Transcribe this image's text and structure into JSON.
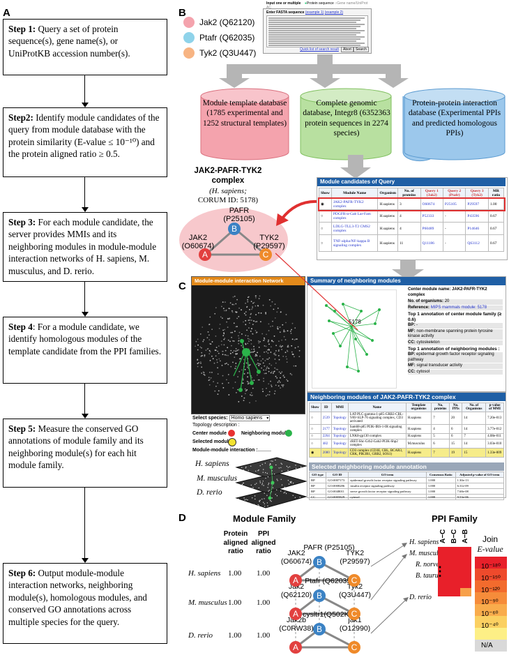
{
  "panels": {
    "a": "A",
    "b": "B",
    "c": "C",
    "d": "D"
  },
  "steps": [
    {
      "title": "Step 1:",
      "text": " Query a set of protein sequence(s), gene name(s), or UniProtKB accession number(s)."
    },
    {
      "title": "Step2:",
      "text": " Identify module candidates of the query from module database with the protein similarity (E-value ≤ 10⁻¹⁰) and the protein aligned ratio ≥ 0.5."
    },
    {
      "title": "Step 3:",
      "text": " For each module candidate, the server provides MMIs and its neighboring modules in module-module interaction networks of H. sapiens, M. musculus, and D. rerio."
    },
    {
      "title": "Step 4",
      "text": ": For a module candidate, we identify homologous modules of the template candidate from the PPI families."
    },
    {
      "title": "Step 5:",
      "text": " Measure the conserved GO annotations of module family and its neighboring module(s) for each hit module family."
    },
    {
      "title": "Step 6:",
      "text": " Output module-module interaction networks, neighboring module(s), homologous modules, and conserved GO annotations across multiple species for the query."
    }
  ],
  "query_legend": [
    {
      "label": "Jak2 (Q62120)",
      "color": "#f4a3ad"
    },
    {
      "label": "Ptafr (Q62035)",
      "color": "#8fd3ea"
    },
    {
      "label": "Tyk2 (Q3U447)",
      "color": "#f7b483"
    }
  ],
  "input_form": {
    "header": "Input one or multiple",
    "opt1": "Protein sequence",
    "opt2": "Gene name/UniProt AC",
    "label": "Enter FASTA sequence",
    "example1": "(example 1)",
    "example2": "(example 2)",
    "link": "Quick list of search result",
    "abort": "Abort",
    "search": "Search"
  },
  "databases": [
    {
      "text": "Module template database (1785 experimental and 1252 structural templates)",
      "color": "#f4a3ad",
      "stroke": "#d9707e"
    },
    {
      "text": "Complete genomic database, Integr8 (6352363 protein sequences in 2274 species)",
      "color": "#b8e0a0",
      "stroke": "#7fbf5e"
    },
    {
      "text": "Protein-protein interaction database (Experimental PPIs and predicted homologous PPIs)",
      "color": "#9cc8ec",
      "stroke": "#5a9ad0"
    }
  ],
  "complex": {
    "title": "JAK2-PAFR-TYK2 complex",
    "species": "(H. sapiens;",
    "corum": "CORUM ID: 5178)",
    "nodes": [
      {
        "letter": "A",
        "name": "JAK2",
        "id": "(O60674)",
        "color": "#e2403f"
      },
      {
        "letter": "B",
        "name": "PAFR",
        "id": "(P25105)",
        "color": "#3b82c4"
      },
      {
        "letter": "C",
        "name": "TYK2",
        "id": "(P29597)",
        "color": "#ef8a2a"
      }
    ]
  },
  "candidates": {
    "header": "Module candidates of Query",
    "cols": [
      "Show",
      "Module Name",
      "Organism",
      "No. of proteins",
      "Query 1 (Jak2)",
      "Query 2 (Ptafr)",
      "Query 3 (Tyk2)",
      "MR ratio"
    ],
    "rows": [
      {
        "name": "JAK2-PAFR-TYK2 complex",
        "org": "H.sapiens",
        "n": "3",
        "q1": "O60674",
        "q2": "P25105",
        "q3": "P29597",
        "mr": "1.00"
      },
      {
        "name": "PDGFR-α-Gab Lar-Fam complex",
        "org": "H.sapiens",
        "n": "4",
        "q1": "P52333",
        "q2": "-",
        "q3": "P43596",
        "mr": "0.67"
      },
      {
        "name": "LDLG-TLL3-T2 CMS2 complex",
        "org": "H.sapiens",
        "n": "4",
        "q1": "P60489",
        "q2": "-",
        "q3": "P14646",
        "mr": "0.67"
      },
      {
        "name": "TNF-alpha/NF-kappa B signaling complex",
        "org": "H.sapiens",
        "n": "11",
        "q1": "Q11186",
        "q2": "-",
        "q3": "Q63112",
        "mr": "0.67"
      }
    ]
  },
  "network": {
    "header": "Module-module interaction Network",
    "select_label": "Select species:",
    "select_value": "Homo sapiens",
    "topology": "Topology description :",
    "center_label": "Center module :",
    "neighbor_label": "Neighboring module :",
    "selected_label": "Selected module :",
    "interaction_label": "Module-module interaction :",
    "layers": [
      "H. sapiens",
      "M. musculus",
      "D. rerio"
    ]
  },
  "summary": {
    "header": "Summary of neighboring modules",
    "center_label": "Center module name:",
    "center_value": "JAK2-PAFR-TYK2 complex",
    "norg_label": "No. of organisms:",
    "norg_value": "20",
    "ref_label": "Reference:",
    "ref_value": "MIPS mammals module: 5178",
    "top1_center": "Top 1 annotation of center module family (≥ 0.6)",
    "bp_label": "BP:",
    "bp_center": "-",
    "mf_label": "MF:",
    "mf_center": "non-membrane spanning protein tyrosine kinase activity",
    "cc_label": "CC:",
    "cc_center": "cytoskeleton",
    "top1_neighbor": "Top 1 annotation of neighboring modules :",
    "bp_neighbor": "epidermal growth factor receptor signaling pathway",
    "mf_neighbor": "signal transducer activity",
    "cc_neighbor": "cytosol",
    "node_label": "5178"
  },
  "neighbors": {
    "header": "Neighboring modules of JAK2-PAFR-TYK2 complex",
    "cols": [
      "Show",
      "ID",
      "MMI",
      "Name",
      "Template organisms",
      "No. proteins",
      "No. PPIs",
      "No. of Organisms",
      "p-value of MMI"
    ],
    "rows": [
      {
        "id": "2539",
        "mmi": "Topology",
        "name": "LAT-PLC-gamma-1-p85-GRB2-CBL-VAV-SLP-76 signaling complex, CD3 activated",
        "org": "H.sapiens",
        "np": "7",
        "nppi": "20",
        "norg": "14",
        "p": "7.20e-013"
      },
      {
        "id": "2177",
        "mmi": "Topology",
        "name": "Sam68-p85 PI3K-IRS-1-IR signaling complex",
        "org": "H.sapiens",
        "np": "4",
        "nppi": "6",
        "norg": "14",
        "p": "3.77e-012"
      },
      {
        "id": "2264",
        "mmi": "Topology",
        "name": "LNK8-gp130 complex",
        "org": "H.sapiens",
        "np": "5",
        "nppi": "6",
        "norg": "7",
        "p": "4.08e-011"
      },
      {
        "id": "482",
        "mmi": "Topology",
        "name": "cRET-Shc-Grb2-Gab2-PI3K-Shp2 complex",
        "org": "M.musculus",
        "np": "6",
        "nppi": "15",
        "norg": "14",
        "p": "3.03e-010"
      },
      {
        "id": "2080",
        "mmi": "Topology",
        "name": "CD3 complex (CD3E, CBL, BCAR3, CRK, PIK3R1, GRB2, SOS1)",
        "org": "H.sapiens",
        "np": "7",
        "nppi": "19",
        "norg": "15",
        "p": "1.33e-009"
      }
    ]
  },
  "go": {
    "header": "Selected neighboring module annotation",
    "cols": [
      "GO type",
      "GO ID",
      "GO term",
      "Consensus Ratio",
      "Adjusted p-value of GO term"
    ],
    "rows": [
      {
        "type": "BP",
        "id": "GO:0007173",
        "term": "epidermal growth factor receptor signaling pathway",
        "ratio": "1.000",
        "p": "1.30e-13"
      },
      {
        "type": "BP",
        "id": "GO:0008286",
        "term": "insulin receptor signaling pathway",
        "ratio": "1.000",
        "p": "6.31e-09"
      },
      {
        "type": "BP",
        "id": "GO:0048011",
        "term": "nerve growth factor receptor signaling pathway",
        "ratio": "1.000",
        "p": "7.68e-08"
      },
      {
        "type": "CC",
        "id": "GO:0005829",
        "term": "cytosol",
        "ratio": "1.000",
        "p": "9.53e-06"
      }
    ]
  },
  "family": {
    "title": "Module Family",
    "col1": [
      "Protein",
      "aligned",
      "ratio"
    ],
    "col2": [
      "PPI",
      "aligned",
      "ratio"
    ],
    "rows": [
      {
        "species": "H. sapiens",
        "r1": "1.00",
        "r2": "1.00",
        "a": [
          "JAK2",
          "(O60674)"
        ],
        "b": [
          "PAFR (P25105)"
        ],
        "c": [
          "TYK2",
          "(P29597)"
        ]
      },
      {
        "species": "M. musculus",
        "r1": "1.00",
        "r2": "1.00",
        "a": [
          "Jak2",
          "(Q62120)"
        ],
        "b": [
          "Ptafr (Q62035)"
        ],
        "c": [
          "Tyk2",
          "(Q3U447)"
        ]
      },
      {
        "species": "D. rerio",
        "r1": "1.00",
        "r2": "1.00",
        "a": [
          "Jak2b",
          "(C0RW38)"
        ],
        "b": [
          "cysltr1(Q502K5)"
        ],
        "c": [
          "jak1",
          "(O12990)"
        ]
      }
    ],
    "letters": [
      "A",
      "B",
      "C"
    ]
  },
  "ppi": {
    "title": "PPI Family",
    "cols": [
      "A−C",
      "B−C",
      "A−B"
    ],
    "species": [
      "H. sapiens",
      "M. musculus",
      "R. norvegicus",
      "B. taurus",
      "D. rerio"
    ],
    "dots": "⋮",
    "scale_title1": "Join",
    "scale_title2": "E-value",
    "scale_labels": [
      "10⁻¹⁸⁰",
      "10⁻¹⁵⁰",
      "10⁻¹²⁰",
      "10⁻⁹⁰",
      "10⁻⁶⁰",
      "10⁻⁴⁰",
      "N/A"
    ],
    "scale_colors": [
      "#e8202a",
      "#ee4a2c",
      "#f26b2d",
      "#f68c3a",
      "#f9ac4c",
      "#fbd061",
      "#fdef86",
      "#d9d9d9"
    ]
  }
}
